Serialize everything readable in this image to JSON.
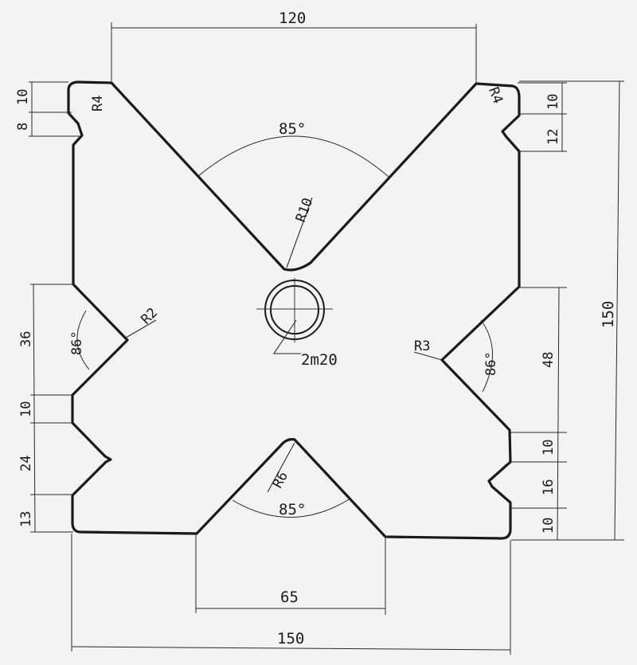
{
  "dimensions": {
    "top_width": "120",
    "bottom_inner_width": "65",
    "overall_width": "150",
    "overall_height": "150",
    "left_top_upper": "10",
    "left_top_lower": "8",
    "left_middle_upper": "36",
    "left_middle_gap": "10",
    "left_lower": "24",
    "left_bottom": "13",
    "right_top_upper": "10",
    "right_top_lower": "12",
    "right_middle": "48",
    "right_lower_upper": "10",
    "right_lower_mid": "16",
    "right_lower_bottom": "10"
  },
  "angles": {
    "top_v": "85°",
    "bottom_v": "85°",
    "left_v": "86°",
    "right_v": "86°"
  },
  "radii": {
    "top_left_corner": "R4",
    "top_right_corner": "R4",
    "top_v": "R10",
    "left_v": "R2",
    "right_v": "R3",
    "bottom_v": "R6"
  },
  "hole_note": "2m20"
}
